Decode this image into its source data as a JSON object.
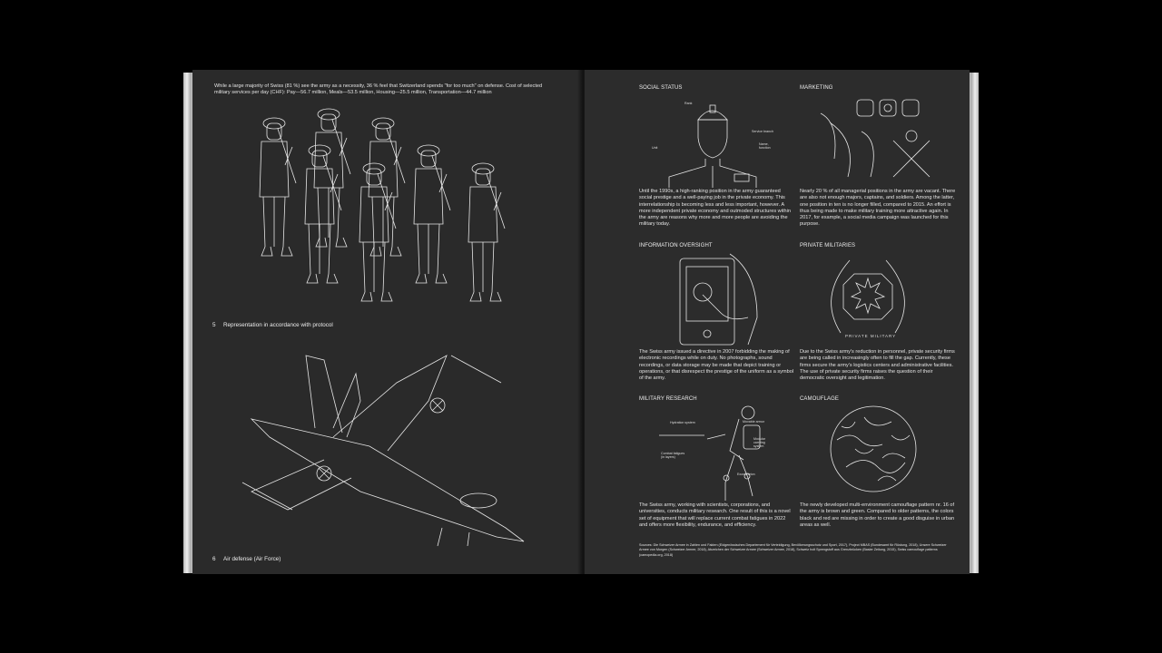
{
  "left_page": {
    "intro": "While a large majority of Swiss (81 %) see the army as a necessity, 36 % feel that Switzerland spends \"for too much\" on defense. Cost of selected military services per day (CHF): Pay—56.7 million, Meals—53.5 million, Housing—25.5 million, Transportation—44.7 million",
    "fig5_number": "5",
    "fig5_caption": "Representation in accordance with protocol",
    "fig6_number": "6",
    "fig6_caption": "Air defense (Air Force)"
  },
  "right_page": {
    "sections": [
      {
        "heading": "SOCIAL STATUS",
        "text": "Until the 1990s, a high-ranking position in the army guaranteed social prestige and a well-paying job in the private economy. This interrelationship is becoming less and less important, however. A more independent private economy and outmoded structures within the army are reasons why more and more people are avoiding the military today.",
        "labels": [
          "Rank",
          "Service branch",
          "Name, function",
          "Unit"
        ]
      },
      {
        "heading": "MARKETING",
        "text": "Nearly 20 % of all managerial positions in the army are vacant. There are also not enough majors, captains, and soldiers. Among the latter, one position in ten is no longer filled, compared to 2015. An effort is thus being made to make military training more attractive again. In 2017, for example, a social media campaign was launched for this purpose."
      },
      {
        "heading": "INFORMATION OVERSIGHT",
        "text": "The Swiss army issued a directive in 2007 forbidding the making of electronic recordings while on duty. No photographs, sound recordings, or data storage may be made that depict training or operations, or that disrespect the prestige of the uniform as a symbol of the army."
      },
      {
        "heading": "PRIVATE MILITARIES",
        "text": "Due to the Swiss army's reduction in personnel, private security firms are being called in increasingly often to fill the gap. Currently, these firms secure the army's logistics centers and administrative facilities. The use of private security firms raises the question of their democratic oversight and legitimation.",
        "emblem_text": "PRIVATE MILITARY"
      },
      {
        "heading": "MILITARY RESEARCH",
        "text": "The Swiss army, working with scientists, corporations, and universities, conducts military research. One result of this is a novel set of equipment that will replace current combat fatigues in 2022 and offers more flexibility, endurance, and efficiency.",
        "labels": [
          "Hydration system",
          "Movable armor",
          "Modular carrying system",
          "Combat fatigues (in layers)",
          "Exoskeleton"
        ]
      },
      {
        "heading": "CAMOUFLAGE",
        "text": "The newly developed multi-environment camouflage pattern nr. 16 of the army is brown and green. Compared to older patterns, the colors black and red are missing in order to create a good disguise in urban areas as well."
      }
    ],
    "sources": "Sources: Die Schweizer Armee in Zahlen und Fakten (Eidgenössisches Departement für Verteidigung, Bevölkerungsschutz und Sport, 2017), Project MBAS (Bundesamt für Rüstung, 2018), Unsere Schweizer Armee von Morgen (Schweizer Armee, 2018), Abzeichen der Schweizer Armee (Schweizer Armee, 2018), Schweiz holt Sprengstoff aus Grenzbrücken (Basler Zeitung, 2015), Swiss camouflage patterns (camopedia.org, 2018)"
  }
}
